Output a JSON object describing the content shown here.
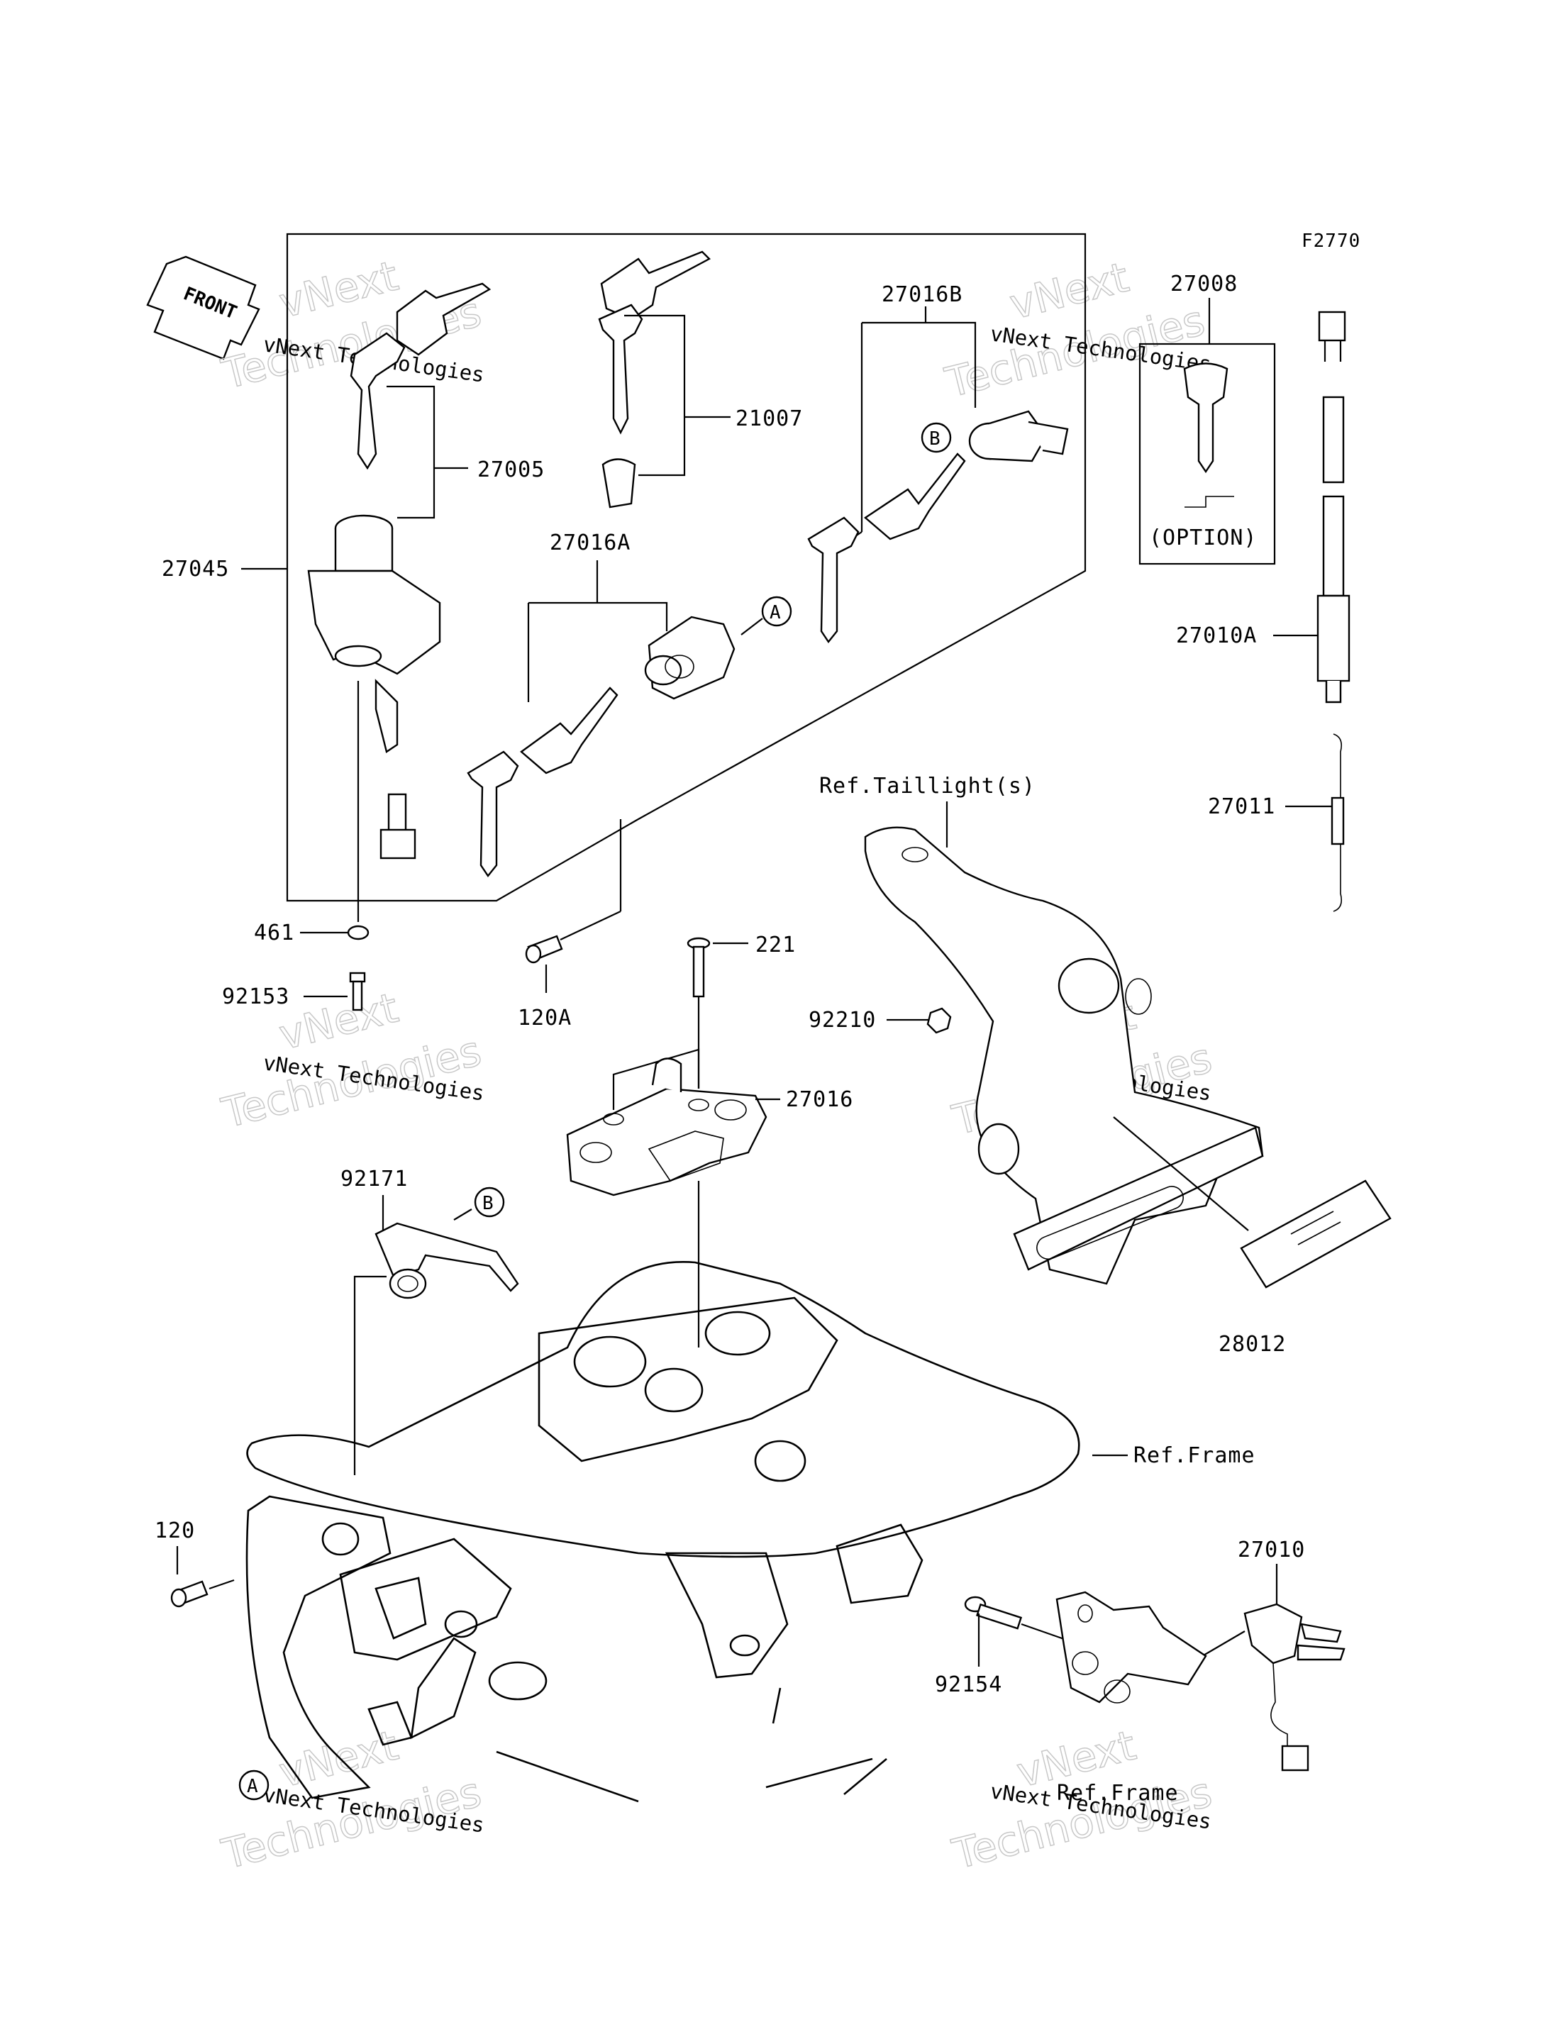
{
  "figure_code": "F2770",
  "front_label": "FRONT",
  "watermark": {
    "line1": "vNext Technologies",
    "big1": "vNext",
    "big2": "Technologies"
  },
  "callouts": {
    "A": "A",
    "B": "B"
  },
  "labels": {
    "p27045": "27045",
    "p27005": "27005",
    "p21007": "21007",
    "p27016A": "27016A",
    "p27016B": "27016B",
    "p27008": "27008",
    "option": "(OPTION)",
    "p27010A": "27010A",
    "p27011": "27011",
    "ref_taillight": "Ref.Taillight(s)",
    "p461": "461",
    "p92153": "92153",
    "p120A": "120A",
    "p221": "221",
    "p92210": "92210",
    "p27016": "27016",
    "p92171": "92171",
    "p28012": "28012",
    "ref_frame_1": "Ref.Frame",
    "p120": "120",
    "p27010": "27010",
    "p92154": "92154",
    "ref_frame_2": "Ref.Frame"
  }
}
